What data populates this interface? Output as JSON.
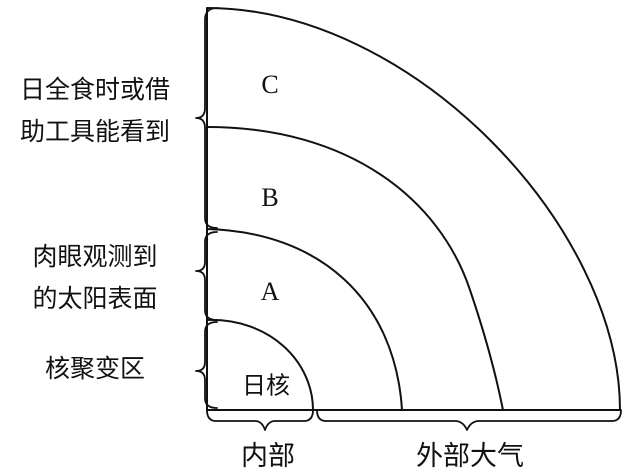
{
  "left_labels": {
    "visible_zone": {
      "line1": "日全食时或借",
      "line2": "助工具能看到"
    },
    "naked_eye_zone": {
      "line1": "肉眼观测到",
      "line2": "的太阳表面"
    },
    "fusion_zone": "核聚变区"
  },
  "regions": {
    "c": "C",
    "b": "B",
    "a": "A",
    "core": "日核"
  },
  "bottom_labels": {
    "interior": "内部",
    "exterior_atmosphere": "外部大气"
  }
}
